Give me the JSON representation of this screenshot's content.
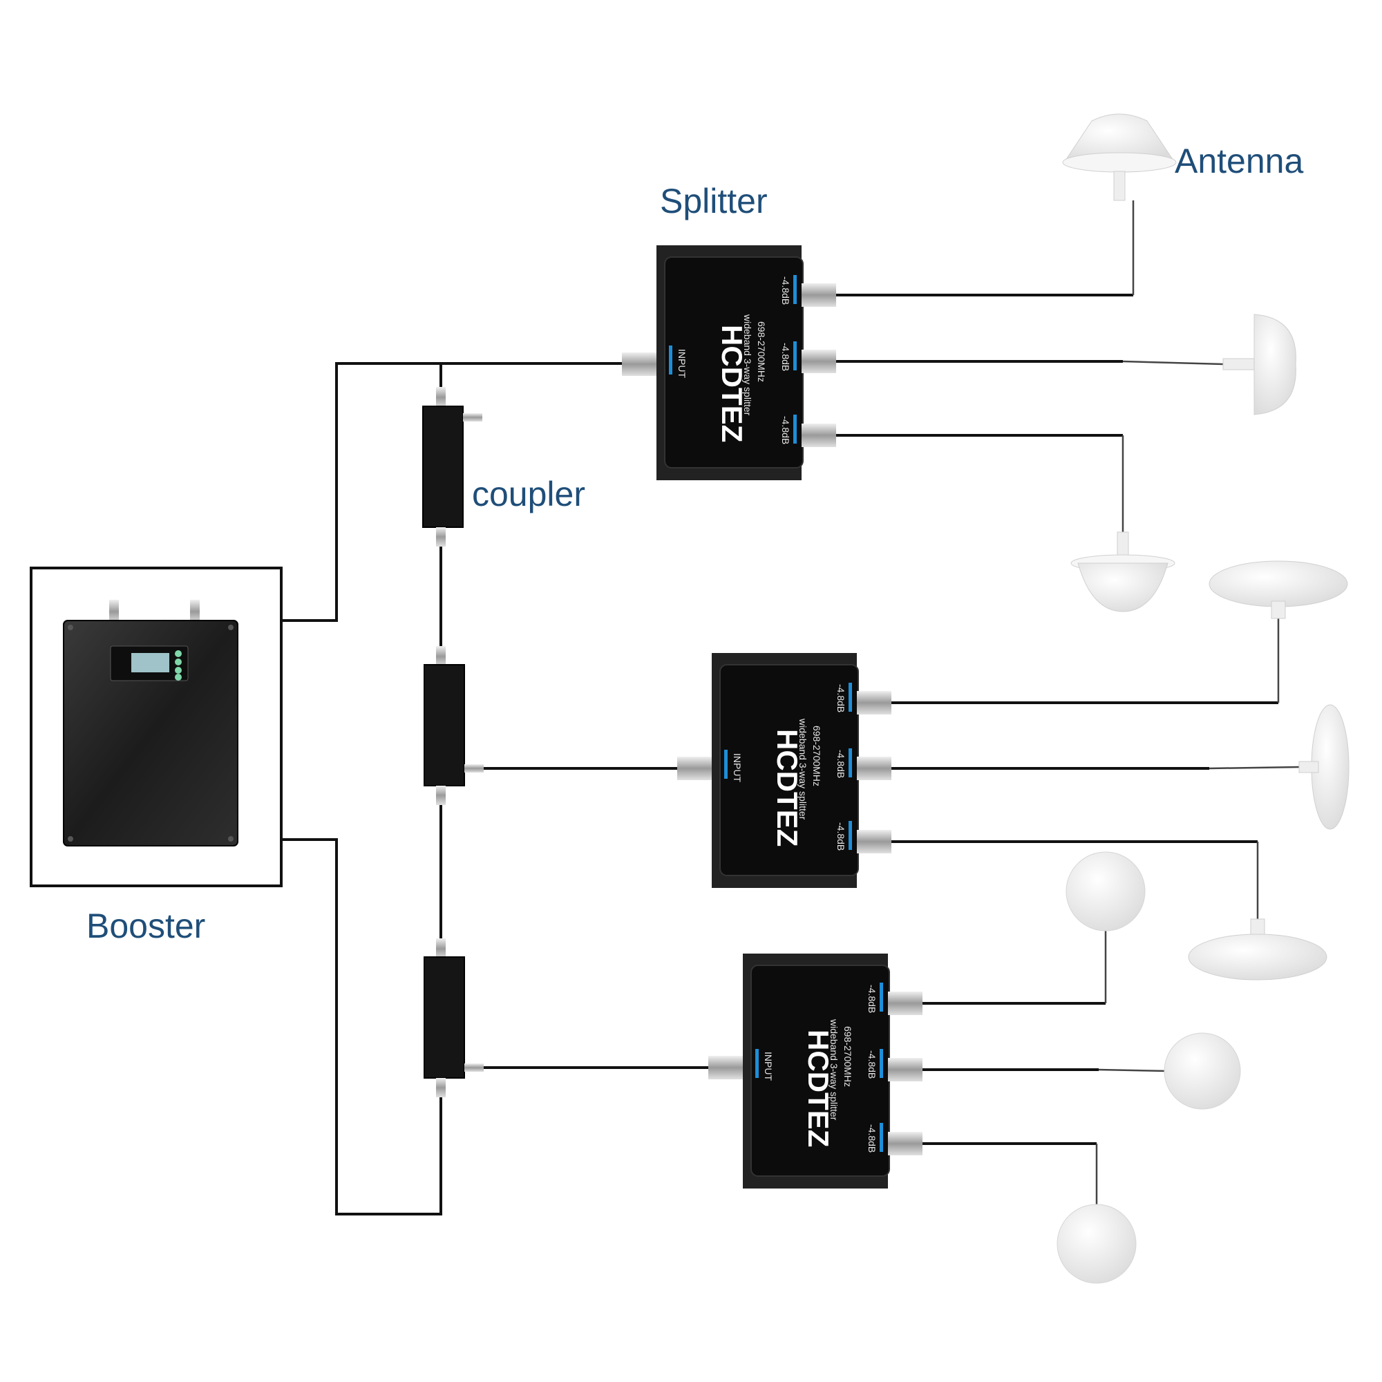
{
  "labels": {
    "antenna": "Antenna",
    "splitter": "Splitter",
    "coupler": "coupler",
    "booster": "Booster"
  },
  "splitter_text": {
    "brand": "HCDTEZ",
    "model": "wideband 3-way splitter",
    "freq": "698-2700MHz",
    "input": "INPUT",
    "port_loss": "-4.8dB"
  },
  "colors": {
    "label": "#1f4e79",
    "device": "#1a1a1a",
    "accent": "#1e8ed8",
    "antenna": "#f4f4f4",
    "wire": "#111111"
  }
}
